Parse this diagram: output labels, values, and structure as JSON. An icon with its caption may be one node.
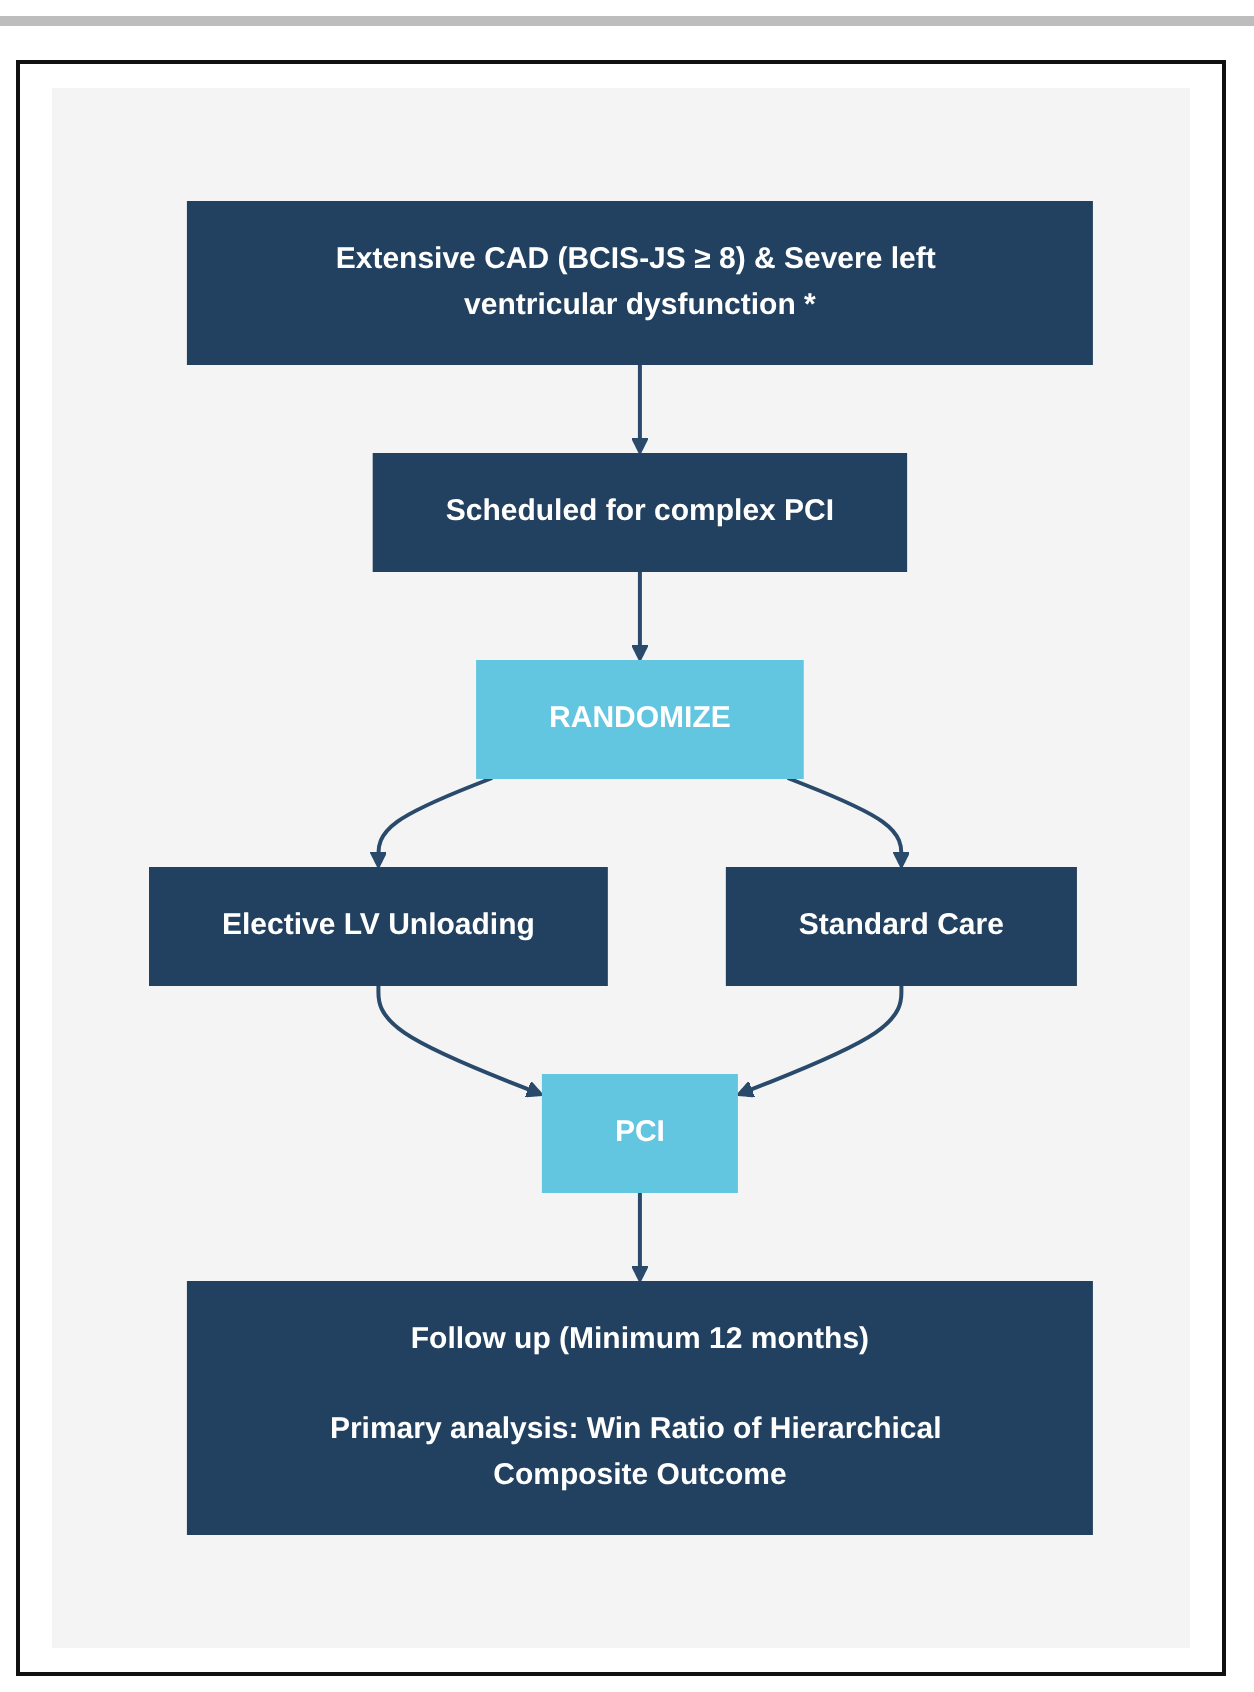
{
  "diagram": {
    "nodes": [
      {
        "text": [
          "Extensive CAD (BCIS-JS ≥ 8) & Severe left ventricular dysfunction *"
        ]
      },
      {
        "text": [
          "Scheduled for complex PCI"
        ]
      },
      {
        "text": [
          "RANDOMIZE"
        ]
      },
      {
        "text": [
          "Elective LV Unloading"
        ]
      },
      {
        "text": [
          "Standard Care"
        ]
      },
      {
        "text": [
          "PCI"
        ]
      },
      {
        "text": [
          "Follow up (Minimum 12 months)",
          "Primary analysis: Win Ratio of Hierarchical Composite Outcome"
        ]
      }
    ],
    "edges": [
      {
        "from": 0,
        "to": 1,
        "arrow": "to"
      },
      {
        "from": 1,
        "to": 2,
        "arrow": "to"
      },
      {
        "from": 2,
        "to": 3,
        "arrow": "to"
      },
      {
        "from": 2,
        "to": 4,
        "arrow": "to"
      },
      {
        "from": 3,
        "to": 5,
        "arrow": "to"
      },
      {
        "from": 4,
        "to": 5,
        "arrow": "to"
      },
      {
        "from": 5,
        "to": 6,
        "arrow": "to"
      }
    ]
  }
}
